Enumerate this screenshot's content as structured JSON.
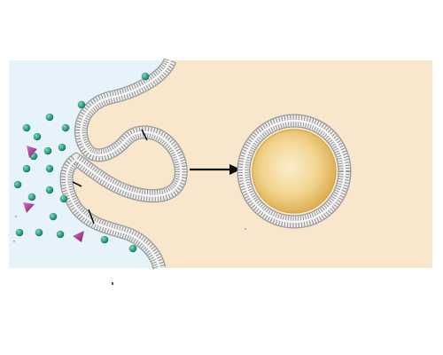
{
  "diagram": {
    "process": "endocytosis",
    "regions": [
      "extracellular-fluid",
      "cytoplasm"
    ],
    "molecules": {
      "small": {
        "shape": "circle",
        "count": 20
      },
      "large": {
        "shape": "triangle",
        "count": 3
      }
    },
    "membrane_marks": 3,
    "vesicle_count": 1,
    "arrow": "right"
  },
  "colors": {
    "extracellular": "#e7f3fa",
    "cytoplasm": "#f8e7cd",
    "membrane_edge": "#9a9a9a",
    "membrane_fill": "#ececec",
    "molecule_small": "#1a9a80",
    "molecule_large": "#a02f8a",
    "vesicle_core": "#f0c860",
    "vesicle_core_edge": "#d4a640",
    "arrow": "#111111"
  }
}
